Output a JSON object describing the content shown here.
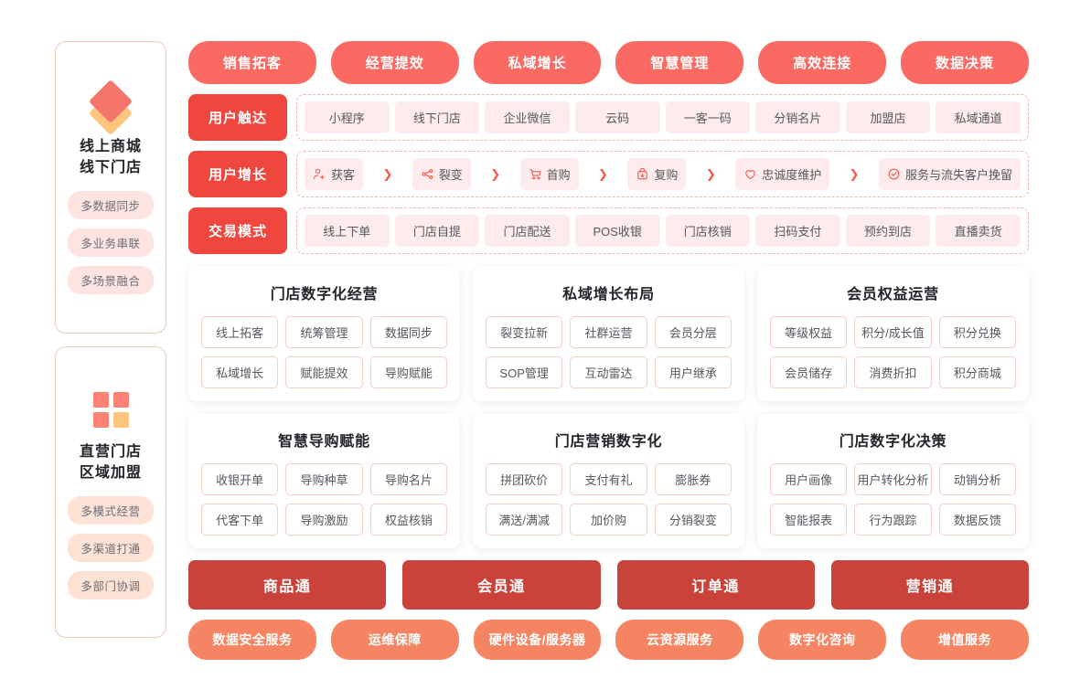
{
  "colors": {
    "benefit_pill": "#FA6A63",
    "row_label": "#EF463D",
    "chip_soft_bg": "#FDECEB",
    "chip_outline_border": "#F7CDC5",
    "bar": "#C9433B",
    "service_pill": "#F58562",
    "logo_red": "#FB8275",
    "logo_orange": "#FDC57E",
    "sidebar_border": "#F5C6BB",
    "page_background": "#FFFFFF"
  },
  "sidebar": {
    "cards": [
      {
        "logo": "layered-diamonds-icon",
        "title": "线上商城\n线下门店",
        "tags": [
          "多数据同步",
          "多业务串联",
          "多场景融合"
        ]
      },
      {
        "logo": "four-squares-icon",
        "title": "直营门店\n区域加盟",
        "tags": [
          "多模式经营",
          "多渠道打通",
          "多部门协调"
        ]
      }
    ]
  },
  "benefits": [
    "销售拓客",
    "经营提效",
    "私域增长",
    "智慧管理",
    "高效连接",
    "数据决策"
  ],
  "label_rows": [
    {
      "label": "用户触达",
      "chips": [
        "小程序",
        "线下门店",
        "企业微信",
        "云码",
        "一客一码",
        "分销名片",
        "加盟店",
        "私域通道"
      ]
    },
    {
      "label": "交易模式",
      "chips": [
        "线上下单",
        "门店自提",
        "门店配送",
        "POS收银",
        "门店核销",
        "扫码支付",
        "预约到店",
        "直播卖货"
      ]
    }
  ],
  "growth_row": {
    "label": "用户增长",
    "arrow": "❯",
    "steps": [
      {
        "icon": "person-add-icon",
        "label": "获客"
      },
      {
        "icon": "share-nodes-icon",
        "label": "裂变"
      },
      {
        "icon": "shopping-cart-icon",
        "label": "首购"
      },
      {
        "icon": "gift-bag-star-icon",
        "label": "复购"
      },
      {
        "icon": "heart-icon",
        "label": "忠诚度维护"
      },
      {
        "icon": "check-circle-icon",
        "label": "服务与流失客户挽留"
      }
    ]
  },
  "cards": [
    {
      "title": "门店数字化经营",
      "chips": [
        "线上拓客",
        "统筹管理",
        "数据同步",
        "私域增长",
        "赋能提效",
        "导购赋能"
      ]
    },
    {
      "title": "私域增长布局",
      "chips": [
        "裂变拉新",
        "社群运营",
        "会员分层",
        "SOP管理",
        "互动雷达",
        "用户继承"
      ]
    },
    {
      "title": "会员权益运营",
      "chips": [
        "等级权益",
        "积分/成长值",
        "积分兑换",
        "会员储存",
        "消费折扣",
        "积分商城"
      ]
    },
    {
      "title": "智慧导购赋能",
      "chips": [
        "收银开单",
        "导购种草",
        "导购名片",
        "代客下单",
        "导购激励",
        "权益核销"
      ]
    },
    {
      "title": "门店营销数字化",
      "chips": [
        "拼团砍价",
        "支付有礼",
        "膨胀券",
        "满送/满减",
        "加价购",
        "分销裂变"
      ]
    },
    {
      "title": "门店数字化决策",
      "chips": [
        "用户画像",
        "用户转化分析",
        "动销分析",
        "智能报表",
        "行为跟踪",
        "数据反馈"
      ]
    }
  ],
  "bars": [
    "商品通",
    "会员通",
    "订单通",
    "营销通"
  ],
  "services": [
    "数据安全服务",
    "运维保障",
    "硬件设备/服务器",
    "云资源服务",
    "数字化咨询",
    "增值服务"
  ]
}
